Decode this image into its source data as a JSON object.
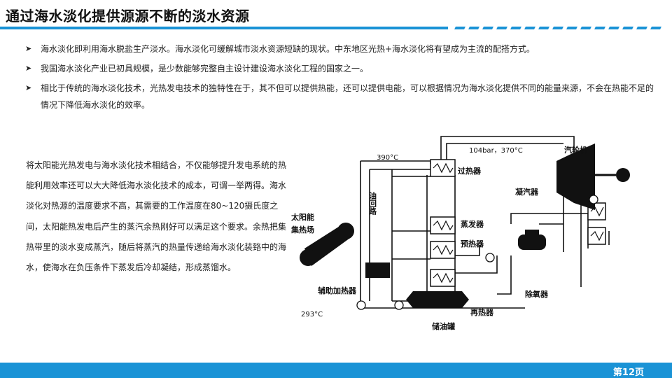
{
  "slide": {
    "title": "通过海水淡化提供源源不断的淡水资源",
    "page_number": "第12页",
    "accent_color": "#1a93d6"
  },
  "bullets": [
    {
      "icon": "arrow-bullet-icon",
      "text": "海水淡化即利用海水脱盐生产淡水。海水淡化可缓解城市淡水资源短缺的现状。中东地区光热+海水淡化将有望成为主流的配搭方式。"
    },
    {
      "icon": "arrow-bullet-icon",
      "text": "我国海水淡化产业已初具规模，是少数能够完整自主设计建设海水淡化工程的国家之一。"
    },
    {
      "icon": "arrow-bullet-icon",
      "text": "相比于传统的海水淡化技术，光热发电技术的独特性在于，其不但可以提供热能，还可以提供电能，可以根据情况为海水淡化提供不同的能量来源，不会在热能不足的情况下降低海水淡化的效率。"
    }
  ],
  "body_text": "将太阳能光热发电与海水淡化技术相结合，不仅能够提升发电系统的热能利用效率还可以大大降低海水淡化技术的成本，可谓一举两得。海水淡化对热源的温度要求不高，其需要的工作温度在80~120摄氏度之间，太阳能热发电后产生的蒸汽余热刚好可以满足这个要求。余热把集热带里的淡水变成蒸汽，随后将蒸汽的热量传递给海水淡化装臵中的海水，使海水在负压条件下蒸发后冷却凝结，形成蒸馏水。",
  "diagram": {
    "labels": {
      "temp_top": "390°C",
      "pressure_temp": "104bar，370°C",
      "temp_bottom": "293°C",
      "oil_loop": "油回路",
      "solar_field_line1": "太阳能",
      "solar_field_line2": "集热场",
      "superheater": "过热器",
      "evaporator": "蒸发器",
      "preheater": "预热器",
      "aux_heater": "辅助加热器",
      "reheater": "再热器",
      "storage_tank": "储油罐",
      "deaerator": "除氧器",
      "turbine": "汽轮机",
      "condenser": "凝汽器"
    }
  }
}
